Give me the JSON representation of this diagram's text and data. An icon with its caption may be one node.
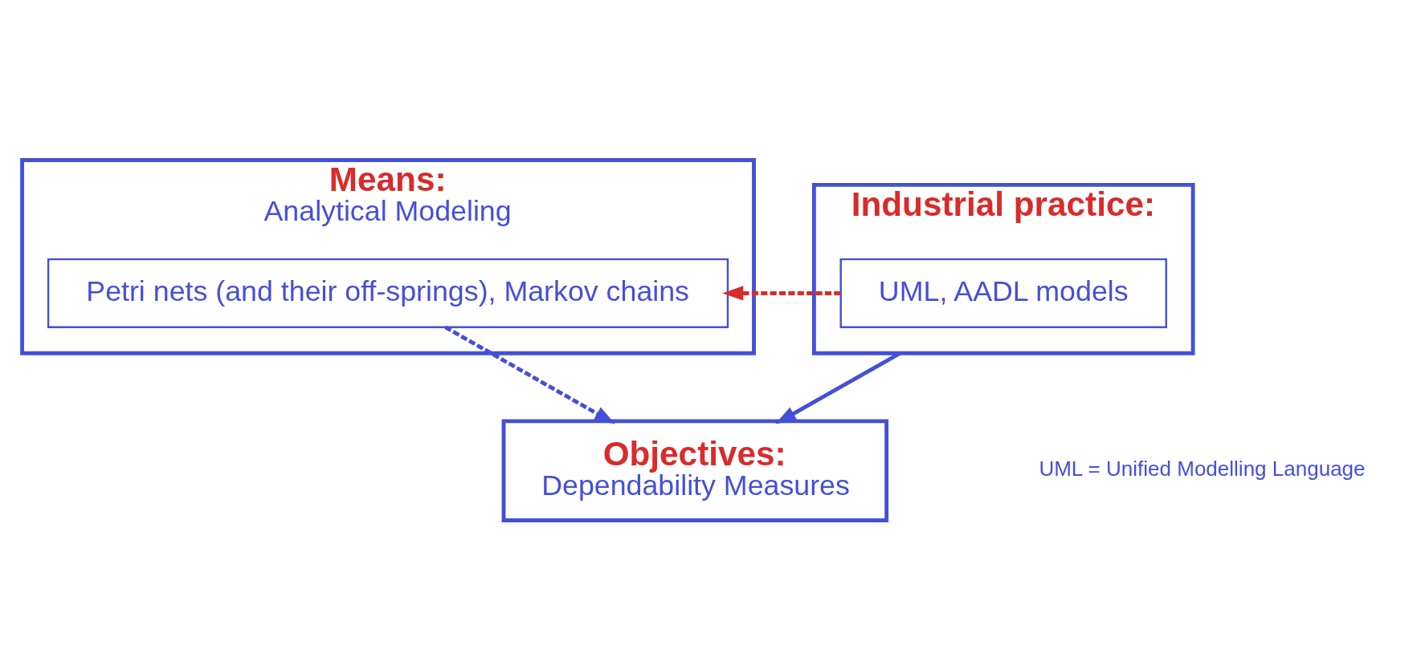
{
  "diagram": {
    "nodes": [
      {
        "text": [
          "Means:",
          "Analytical Modeling"
        ]
      },
      {
        "text": [
          "Petri nets (and their off-springs), Markov chains"
        ],
        "in": 0
      },
      {
        "text": [
          "Industrial practice:"
        ]
      },
      {
        "text": [
          "UML, AADL models"
        ],
        "in": 2
      },
      {
        "text": [
          "Objectives:",
          "Dependability Measures"
        ]
      }
    ],
    "edges": [
      {
        "from": 3,
        "to": 1,
        "arrow": "to",
        "style": "dashed",
        "color": "#d92b2b"
      },
      {
        "from": 1,
        "to": 4,
        "arrow": "to",
        "style": "dashed"
      },
      {
        "from": 2,
        "to": 4,
        "arrow": "to"
      }
    ],
    "labels": [
      "UML = Unified Modelling Language"
    ]
  }
}
